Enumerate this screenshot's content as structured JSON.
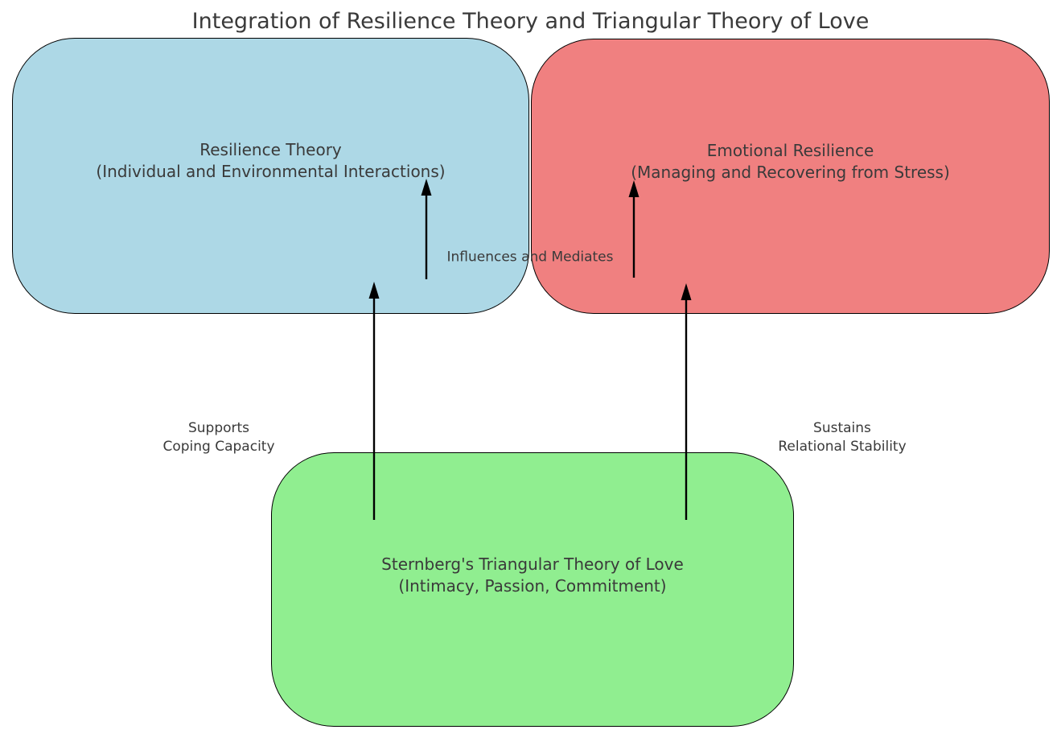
{
  "title": "Integration of Resilience Theory and Triangular Theory of Love",
  "nodes": {
    "resilience": {
      "label": "Resilience Theory\n(Individual and Environmental Interactions)",
      "color": "#add8e6"
    },
    "emotional": {
      "label": "Emotional Resilience\n(Managing and Recovering from Stress)",
      "color": "#f08080"
    },
    "sternberg": {
      "label": "Sternberg's Triangular Theory of Love\n(Intimacy, Passion, Commitment)",
      "color": "#90ee90"
    }
  },
  "edges": {
    "supports": {
      "label": "Supports\nCoping Capacity",
      "from": "sternberg",
      "to": "resilience"
    },
    "sustains": {
      "label": "Sustains\nRelational Stability",
      "from": "sternberg",
      "to": "emotional"
    },
    "influences": {
      "label": "Influences and Mediates",
      "from": "resilience",
      "to": "emotional"
    }
  },
  "colors": {
    "background": "#ffffff",
    "text": "#3a3a3a",
    "node_border": "#000000",
    "arrow": "#000000"
  }
}
